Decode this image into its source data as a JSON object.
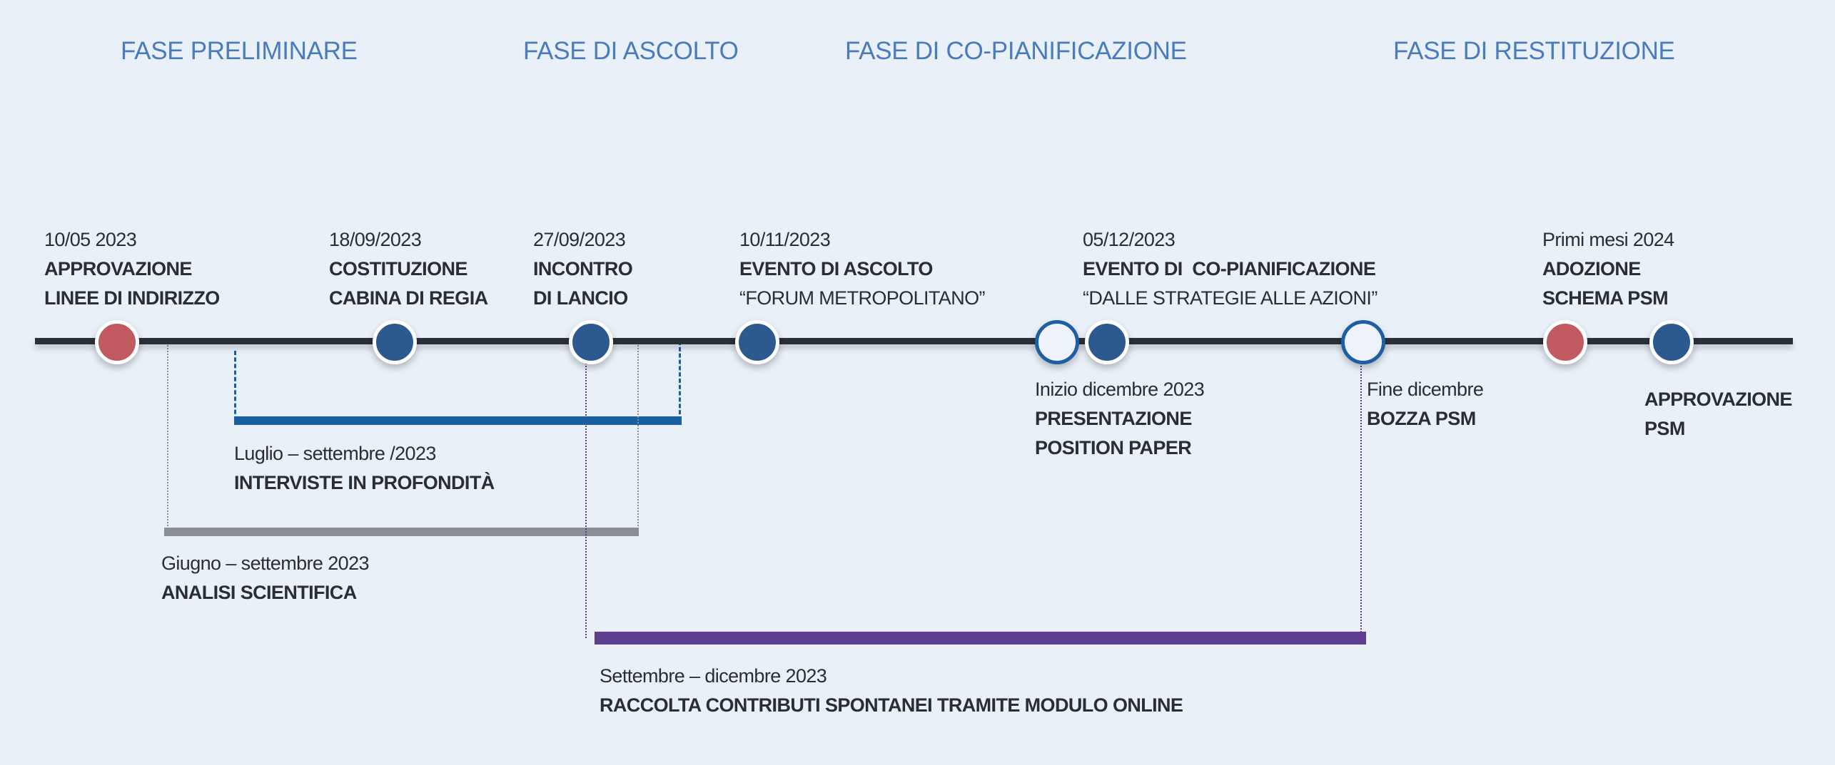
{
  "phases": [
    "FASE PRELIMINARE",
    "FASE DI ASCOLTO",
    "FASE DI CO-PIANIFICAZIONE",
    "FASE DI RESTITUZIONE"
  ],
  "milestones_above": [
    {
      "date": "10/05 2023",
      "lines": [
        "APPROVAZIONE",
        "LINEE DI INDIRIZZO"
      ]
    },
    {
      "date": "18/09/2023",
      "lines": [
        "COSTITUZIONE",
        "CABINA DI REGIA"
      ]
    },
    {
      "date": "27/09/2023",
      "lines": [
        "INCONTRO",
        "DI LANCIO"
      ]
    },
    {
      "date": "10/11/2023",
      "lines": [
        "EVENTO DI ASCOLTO"
      ],
      "subtitle": "“FORUM METROPOLITANO”"
    },
    {
      "date": "05/12/2023",
      "lines": [
        "EVENTO DI  CO-PIANIFICAZIONE"
      ],
      "subtitle": "“DALLE STRATEGIE ALLE AZIONI”"
    },
    {
      "date": "Primi mesi 2024",
      "lines": [
        "ADOZIONE",
        "SCHEMA PSM"
      ]
    }
  ],
  "milestones_below": [
    {
      "date": "Inizio dicembre 2023",
      "lines": [
        "PRESENTAZIONE",
        "POSITION PAPER"
      ]
    },
    {
      "date": "Fine dicembre",
      "lines": [
        "BOZZA PSM"
      ]
    },
    {
      "date": "",
      "lines": [
        "APPROVAZIONE",
        "PSM"
      ]
    }
  ],
  "periods": [
    {
      "date": "Luglio – settembre /2023",
      "title": "INTERVISTE IN PROFONDITÀ",
      "color": "#1a5fa0"
    },
    {
      "date": "Giugno – settembre 2023",
      "title": "ANALISI SCIENTIFICA",
      "color": "#8a8f96"
    },
    {
      "date": "Settembre – dicembre 2023",
      "title": "RACCOLTA CONTRIBUTI SPONTANEI TRAMITE MODULO ONLINE",
      "color": "#5e3e8e"
    }
  ],
  "colors": {
    "phase": "#4a7cbc",
    "dot_blue": "#2c5a8f",
    "dot_red": "#c05a60",
    "axis": "#2b2f36",
    "background": "#e9f0f8"
  }
}
